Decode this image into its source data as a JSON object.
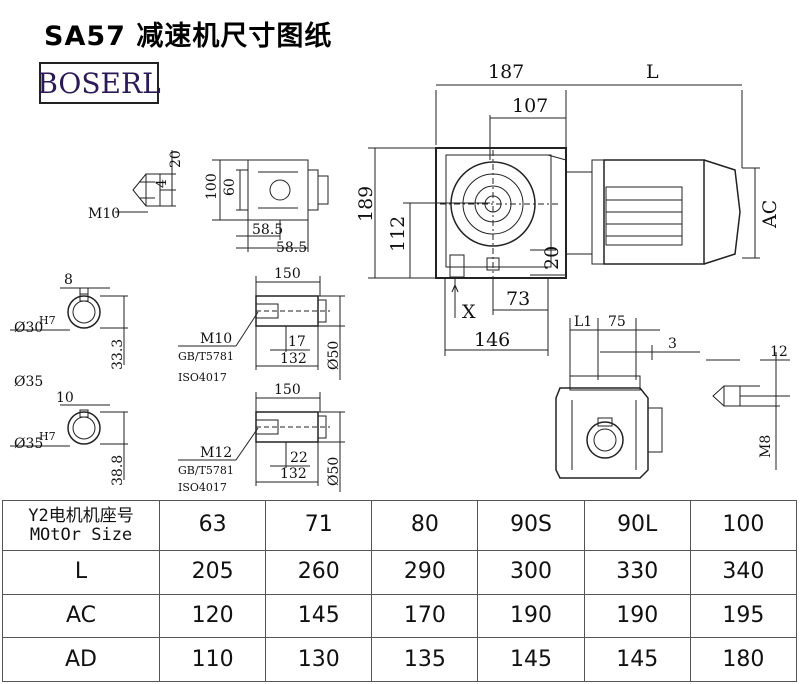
{
  "header": {
    "title": "SA57 减速机尺寸图纸",
    "brand": "BOSERL"
  },
  "drawing": {
    "top_dims": {
      "width_187": "187",
      "length": "L",
      "width_107": "107",
      "height_189": "189",
      "height_112": "112",
      "motor_ac": "AC",
      "offset_20": "20",
      "x_label": "X",
      "x_73": "73",
      "x_146": "146"
    },
    "key_detail": {
      "width_4": "4",
      "height_20": "20",
      "thread": "M10"
    },
    "flange_detail": {
      "d100": "100",
      "d60": "60",
      "l58a": "58.5",
      "l58b": "58.5"
    },
    "hollow_shaft_30": {
      "key_width": "8",
      "bore": "Ø30",
      "tolerance": "H7",
      "depth": "33.3"
    },
    "shaft_35_label": "Ø35",
    "hollow_shaft_35": {
      "key_width": "10",
      "bore": "Ø35",
      "tolerance": "H7",
      "depth": "38.8"
    },
    "solid_shaft_1": {
      "length": "150",
      "thread": "M10",
      "std1": "GB/T5781",
      "std2": "ISO4017",
      "l17": "17",
      "l132": "132",
      "d50": "Ø50"
    },
    "solid_shaft_2": {
      "length": "150",
      "thread": "M12",
      "std1": "GB/T5781",
      "std2": "ISO4017",
      "l22": "22",
      "l132": "132",
      "d50": "Ø50"
    },
    "side_view": {
      "l1": "L1",
      "l75": "75",
      "l3": "3"
    },
    "output_key": {
      "width_12": "12",
      "thread": "M8"
    }
  },
  "table": {
    "header": {
      "line1": "Y2电机机座号",
      "line2": "MOtOr Size",
      "values": [
        "63",
        "71",
        "80",
        "90S",
        "90L",
        "100"
      ]
    },
    "rows": [
      {
        "label": "L",
        "values": [
          "205",
          "260",
          "290",
          "300",
          "330",
          "340"
        ]
      },
      {
        "label": "AC",
        "values": [
          "120",
          "145",
          "170",
          "190",
          "190",
          "195"
        ]
      },
      {
        "label": "AD",
        "values": [
          "110",
          "130",
          "135",
          "145",
          "145",
          "180"
        ]
      }
    ]
  }
}
